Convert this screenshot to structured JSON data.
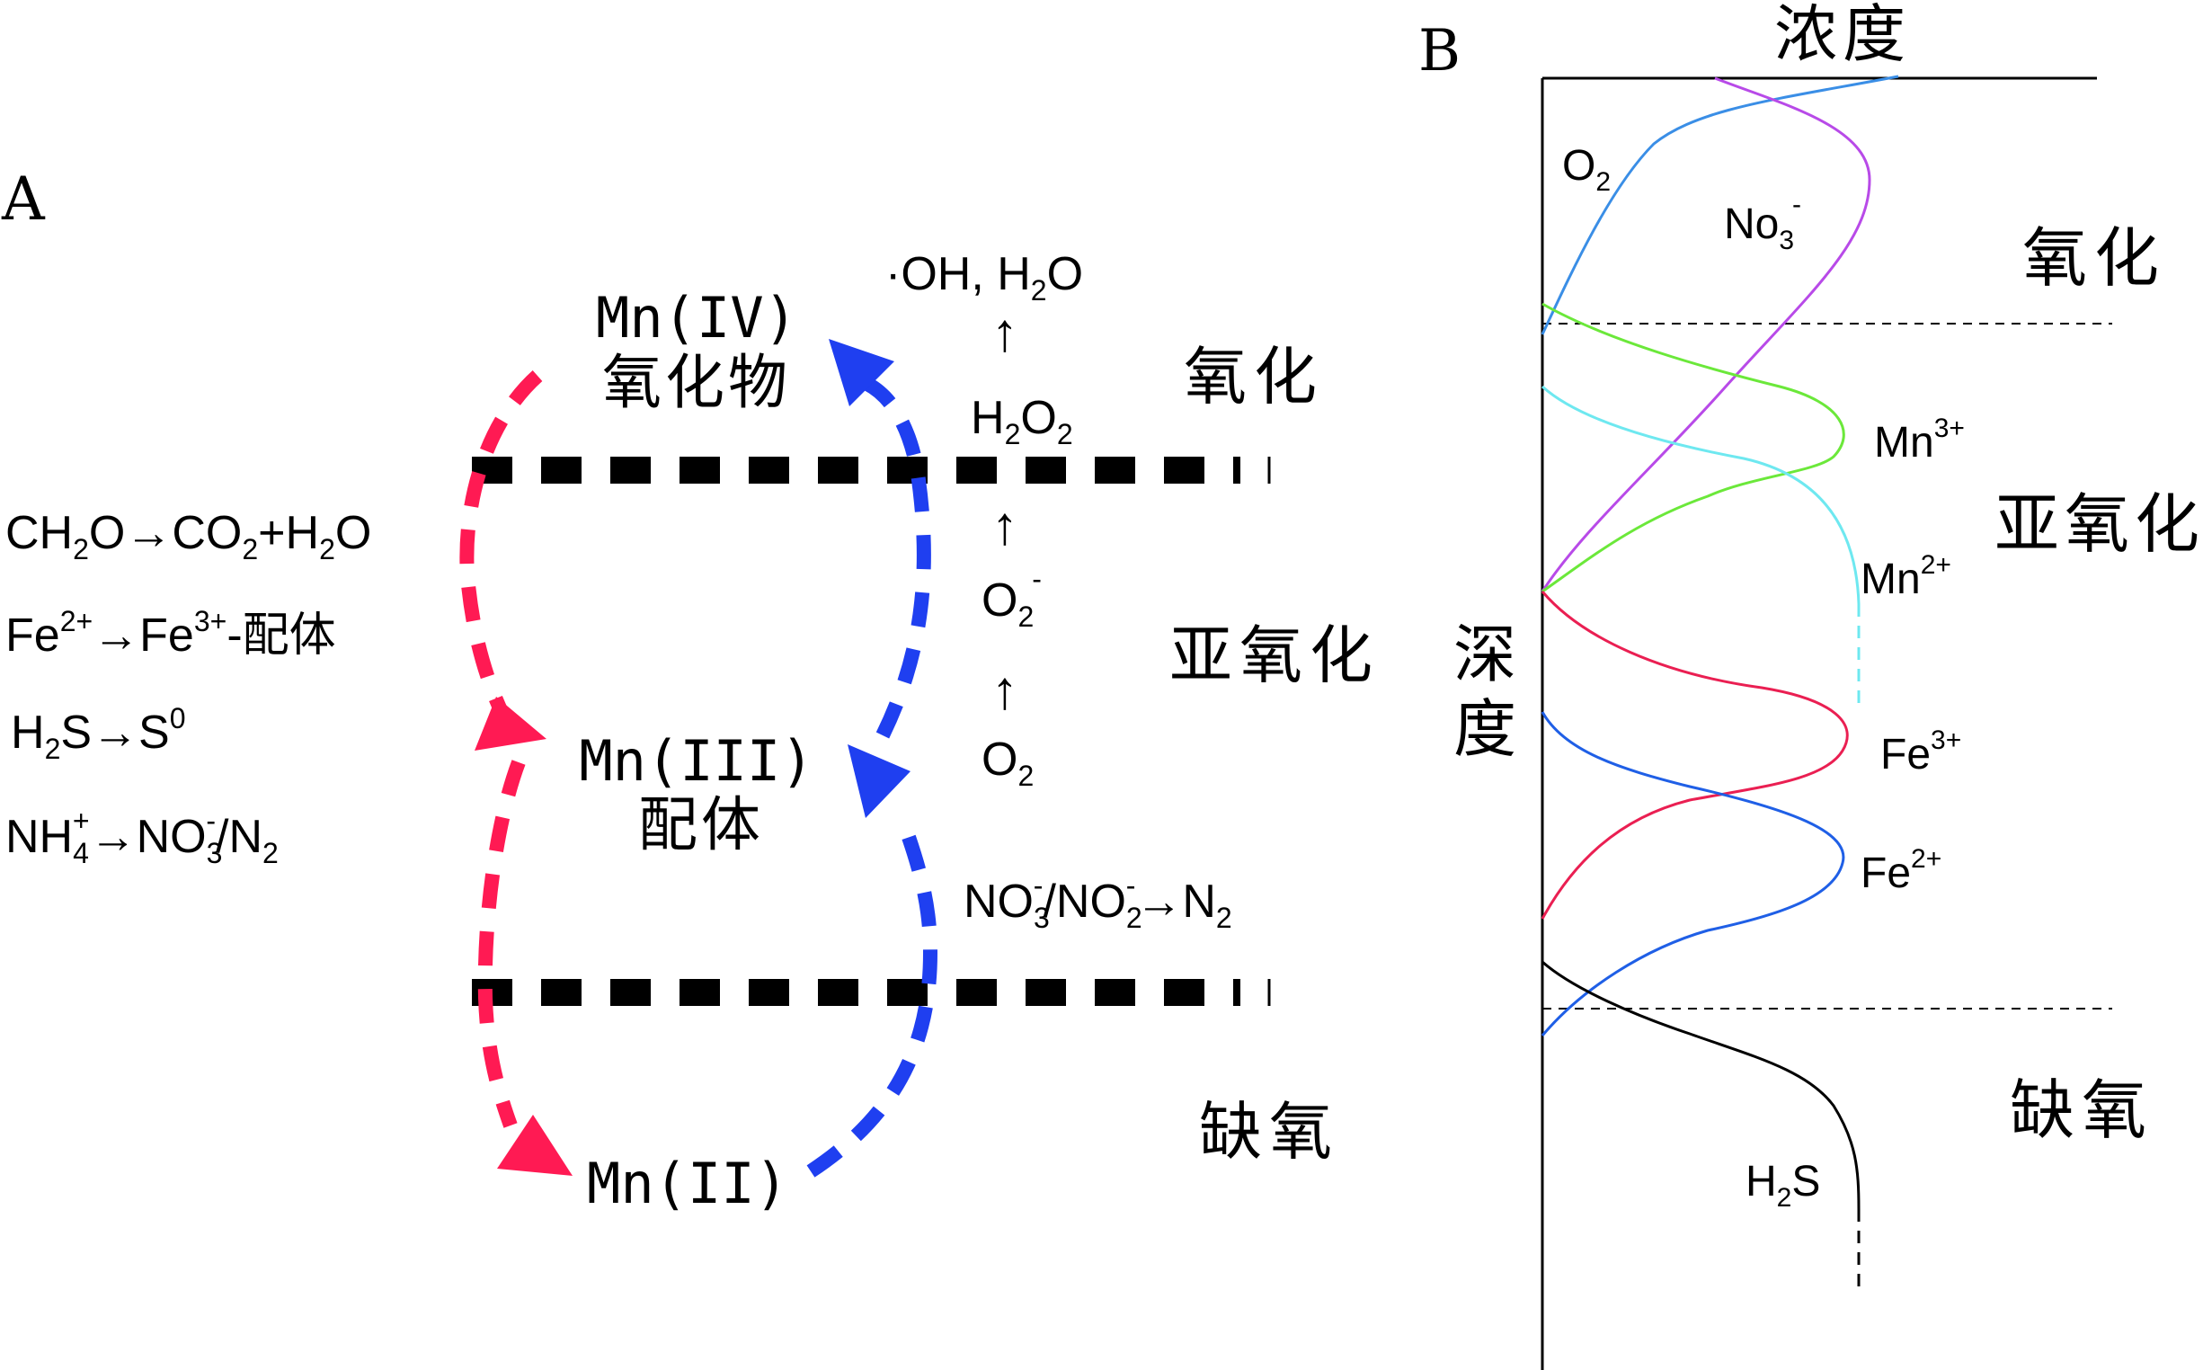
{
  "panel_a": {
    "panel_label": "A",
    "zones": {
      "oxic": "氧化",
      "suboxic": "亚氧化",
      "anoxic": "缺氧"
    },
    "species": {
      "mn4_line1": "Mn(IV)",
      "mn4_line2": "氧化物",
      "mn3_line1": "Mn(III)",
      "mn3_line2": "配体",
      "mn2": "Mn(II)"
    },
    "oxidation_reactions": [
      {
        "pre": "CH",
        "sub1": "2",
        "mid1": "O→CO",
        "sub2": "2",
        "mid2": "+H",
        "sub3": "2",
        "post": "O"
      },
      {
        "pre": "Fe",
        "sup1": "2+",
        "mid1": "→Fe",
        "sup2": "3+",
        "post": "-配体"
      },
      {
        "pre": "H",
        "sub1": "2",
        "mid1": "S→S",
        "sup1": "0"
      },
      {
        "pre": "NH",
        "sub1": "4",
        "sup1": "+",
        "mid1": "→NO",
        "sub2": "3",
        "sup2": "-",
        "mid2": "/N",
        "sub3": "2"
      }
    ],
    "oxygen_chain": {
      "top_pre": "·OH, H",
      "top_sub": "2",
      "top_post": "O",
      "arrow": "↑",
      "h2o2_pre": "H",
      "h2o2_sub1": "2",
      "h2o2_mid": "O",
      "h2o2_sub2": "2",
      "superoxide_pre": "O",
      "superoxide_sub": "2",
      "superoxide_sup": "-",
      "o2_pre": "O",
      "o2_sub": "2"
    },
    "denitrification": {
      "pre": "NO",
      "sub1": "3",
      "sup1": "-",
      "mid1": "/NO",
      "sub2": "2",
      "sup2": "-",
      "mid2": "→N",
      "sub3": "2"
    },
    "colors": {
      "reduction_arrow": "#ff1a53",
      "oxidation_arrow": "#1f3ff0",
      "boundary": "#000000"
    }
  },
  "panel_b": {
    "panel_label": "B",
    "x_axis_label": "浓度",
    "y_axis_label_1": "深",
    "y_axis_label_2": "度",
    "zones": {
      "oxic": "氧化",
      "suboxic": "亚氧化",
      "anoxic": "缺氧"
    },
    "curve_labels": {
      "o2": {
        "base": "O",
        "sub": "2"
      },
      "no3": {
        "base": "No",
        "sub": "3",
        "sup": "-"
      },
      "mn3": {
        "base": "Mn",
        "sup": "3+"
      },
      "mn2": {
        "base": "Mn",
        "sup": "2+"
      },
      "fe3": {
        "base": "Fe",
        "sup": "3+"
      },
      "fe2": {
        "base": "Fe",
        "sup": "2+"
      },
      "h2s": {
        "base": "H",
        "sub": "2",
        "post": "S"
      }
    },
    "colors": {
      "o2": "#3a8ee6",
      "no3": "#b84ae8",
      "mn3": "#6be83a",
      "mn2": "#6ee8f0",
      "fe3": "#ea1f52",
      "fe2": "#1f5fe6",
      "h2s": "#000000"
    }
  }
}
